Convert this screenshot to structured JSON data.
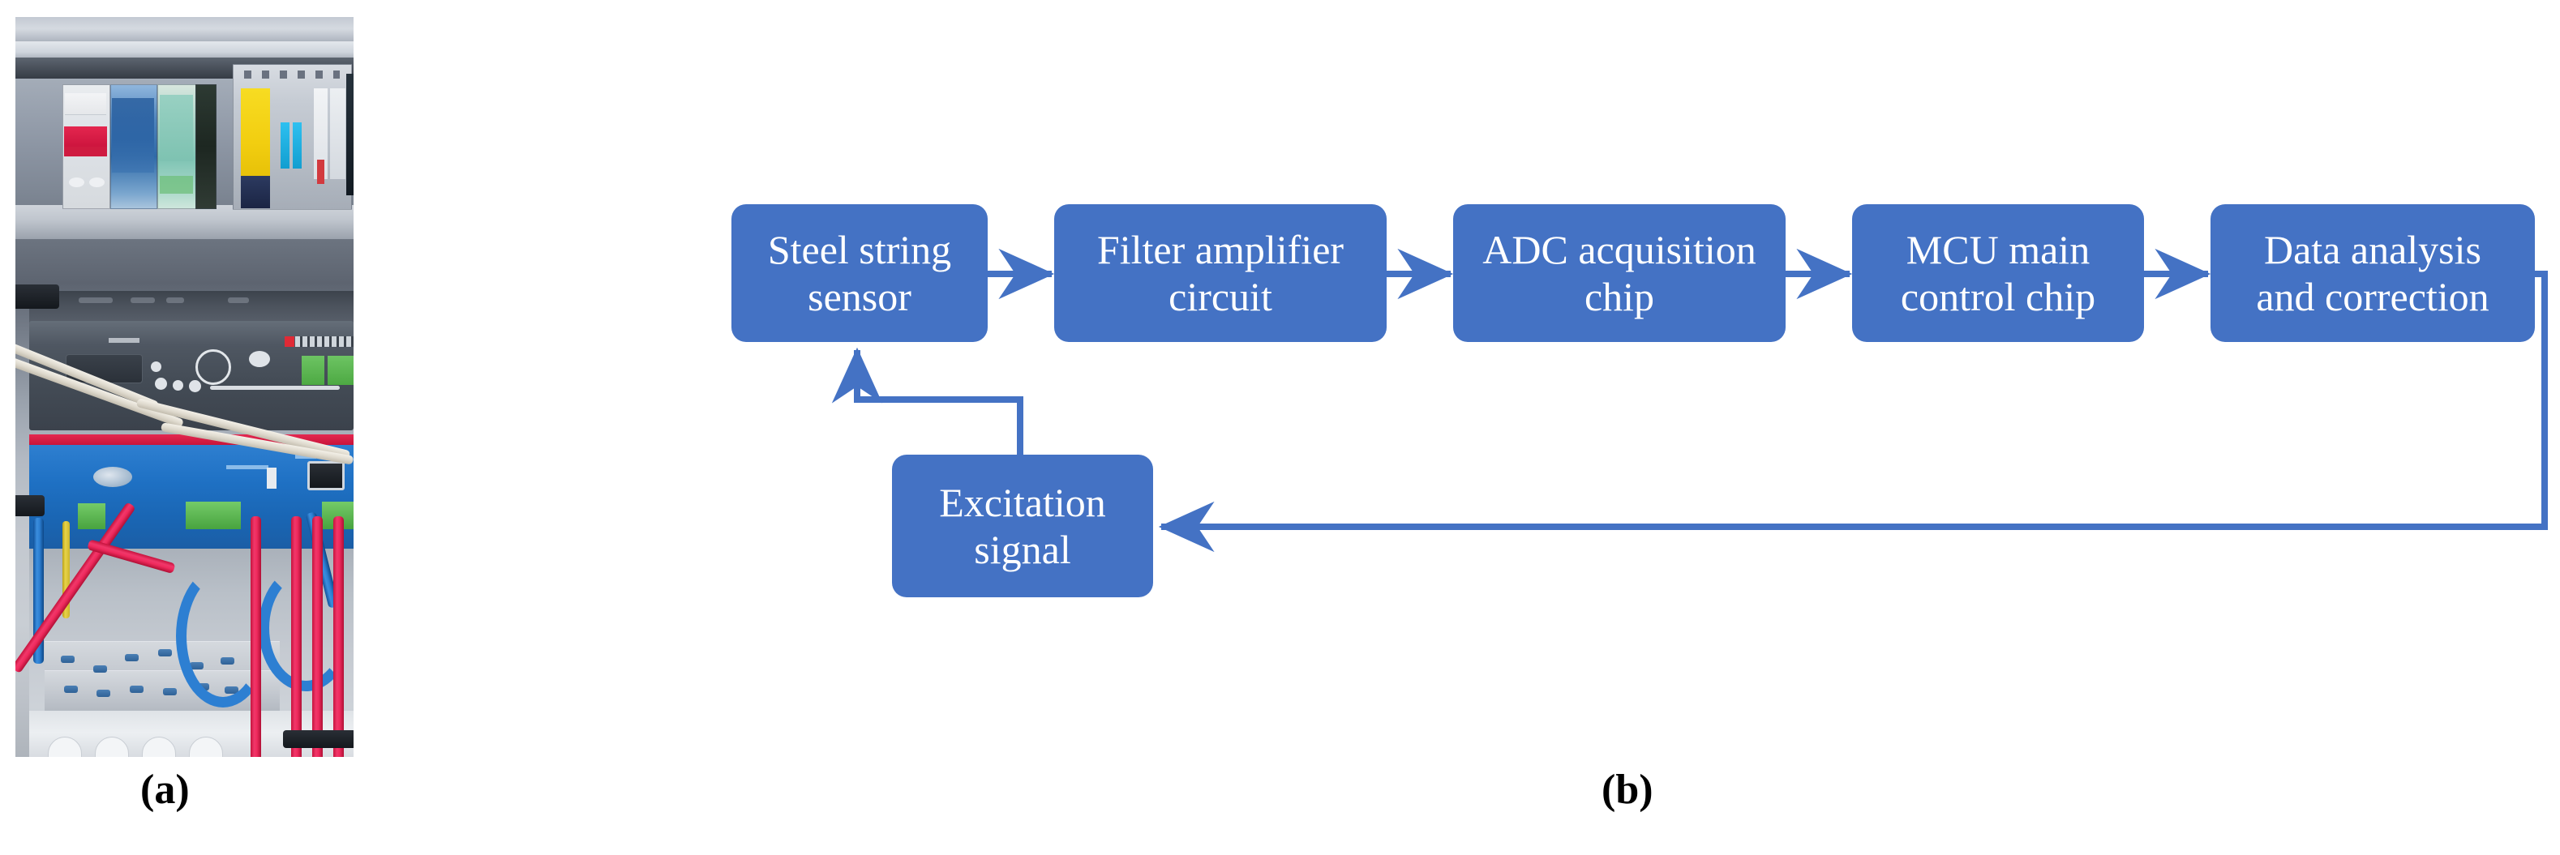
{
  "figure": {
    "panels": [
      {
        "id": "a",
        "caption": "(a)",
        "type": "photograph",
        "description": "Field acquisition cabinet interior with DIN-rail modules, controller, blue I/O module, terminal blocks and red and blue cables"
      },
      {
        "id": "b",
        "caption": "(b)",
        "type": "block-diagram"
      }
    ]
  },
  "diagram": {
    "title": "",
    "accent_color": "#4472C4",
    "arrow_color": "#4472C4",
    "text_color": "#FFFFFF",
    "blocks": [
      {
        "id": "sensor",
        "lines": [
          "Steel string",
          "sensor"
        ]
      },
      {
        "id": "filter",
        "lines": [
          "Filter amplifier",
          "circuit"
        ]
      },
      {
        "id": "adc",
        "lines": [
          "ADC acquisition",
          "chip"
        ]
      },
      {
        "id": "mcu",
        "lines": [
          "MCU main",
          "control chip"
        ]
      },
      {
        "id": "analysis",
        "lines": [
          "Data analysis",
          "and correction"
        ]
      },
      {
        "id": "excitation",
        "lines": [
          "Excitation",
          "signal"
        ]
      }
    ],
    "connections": [
      {
        "from": "sensor",
        "to": "filter",
        "style": "straight-right"
      },
      {
        "from": "filter",
        "to": "adc",
        "style": "straight-right"
      },
      {
        "from": "adc",
        "to": "mcu",
        "style": "straight-right"
      },
      {
        "from": "mcu",
        "to": "analysis",
        "style": "straight-right"
      },
      {
        "from": "analysis",
        "to": "excitation",
        "style": "feedback-loop-right-bottom-left"
      },
      {
        "from": "excitation",
        "to": "sensor",
        "style": "feedback-up-left"
      }
    ]
  },
  "photo": {
    "top_rail_modules": [
      "circuit-breaker",
      "blue-module",
      "teal-module",
      "power-supply-module"
    ],
    "mid_devices": [
      "dark-controller-unit",
      "blue-io-module"
    ],
    "bottom_devices": [
      "terminal-block-array"
    ],
    "cable_colors": [
      "#E32A53",
      "#2D7FD2",
      "#EDE7DA",
      "#D9C63A"
    ]
  }
}
